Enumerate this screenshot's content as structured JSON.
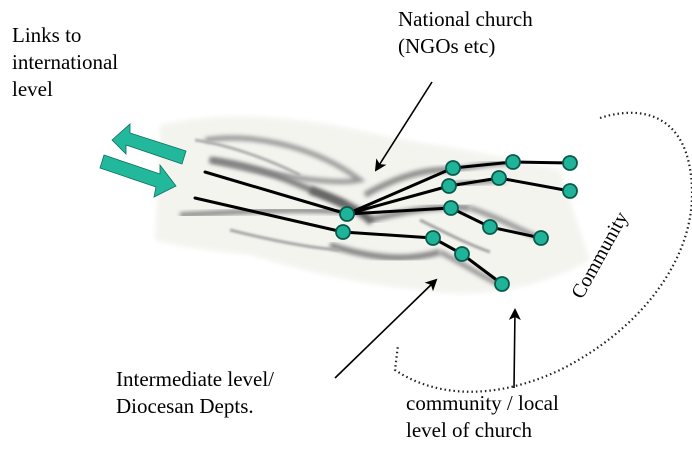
{
  "labels": {
    "international": [
      "Links to",
      "international",
      "level"
    ],
    "national": [
      "National church",
      "(NGOs etc)"
    ],
    "intermediate": [
      "Intermediate level/",
      "Diocesan Depts."
    ],
    "community_local": [
      "community / local",
      "level of church"
    ],
    "community_region": "Community"
  },
  "colors": {
    "node_fill": "#1fb39a",
    "node_stroke": "#0a5a4c",
    "arrow_fill": "#22b89c",
    "line": "#000000",
    "hand_sketch": "#9a9a9a"
  },
  "icons": {
    "bidirectional": "double-arrow-icon",
    "node": "circle-node-icon"
  }
}
